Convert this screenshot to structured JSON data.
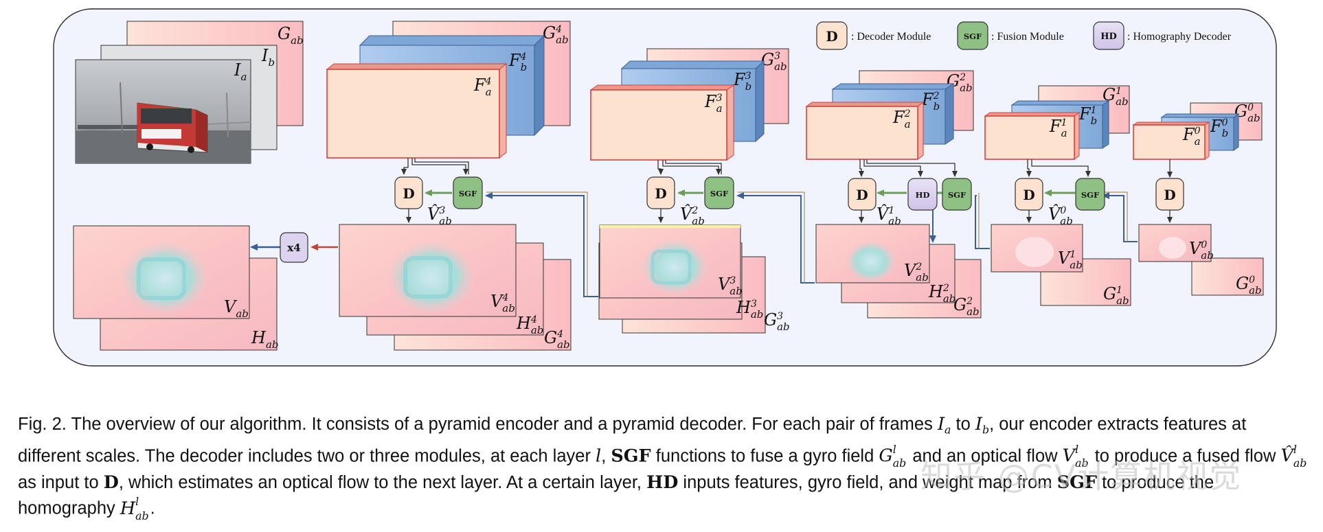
{
  "legend": [
    {
      "symbol": "D",
      "text": ": Decoder Module",
      "fill": "#fde3cf"
    },
    {
      "symbol": "SGF",
      "text": ": Fusion Module",
      "fill": "#8fc084"
    },
    {
      "symbol": "HD",
      "text": ": Homography Decoder",
      "fill": "#dcd3ee"
    }
  ],
  "modules": {
    "decoder": "D",
    "fusion": "SGF",
    "homography": "HD",
    "upsample": "x4"
  },
  "symbols": {
    "I": "I",
    "G": "G",
    "F": "F",
    "V": "V",
    "H": "H",
    "Vhat": "V̂"
  },
  "subscripts": {
    "a": "a",
    "b": "b",
    "ab": "ab"
  },
  "levels": [
    "4",
    "3",
    "2",
    "1",
    "0"
  ],
  "colors": {
    "feature_a": "#fde3cf",
    "feature_a_border": "#d94040",
    "feature_b": "#9dbfe6",
    "gyro_field": "#fbc9cb",
    "flow": "#f8c2c6",
    "panel_bg": "#f1f4fd",
    "module_green": "#8fc084",
    "module_purple": "#dcd3ee",
    "arrow_green": "#7aa36a",
    "arrow_blue": "#3d5e93",
    "arrow_red": "#b9473e"
  },
  "caption": {
    "fig": "Fig. 2.",
    "s1": " The overview of our algorithm. It consists of a pyramid encoder and a pyramid decoder. For each pair of frames ",
    "s2": " to ",
    "s3": ", our encoder extracts features at different scales. The decoder includes two or three modules, at each layer ",
    "s4": ", ",
    "s5": " functions to fuse a gyro field ",
    "s6": " and an optical flow ",
    "s7": " to produce a fused flow ",
    "s8": " as input to ",
    "s9": ", which estimates an optical flow to the next layer. At a certain layer, ",
    "s10": " inputs features, gyro field, and weight map from ",
    "s11": " to produce the homography ",
    "s12": ".",
    "Ia_base": "I",
    "Ia_sub": "a",
    "Ib_base": "I",
    "Ib_sub": "b",
    "layer": "l",
    "SGF": "SGF",
    "G_base": "G",
    "G_sup": "l",
    "G_sub": "ab",
    "V_base": "V",
    "V_sup": "l",
    "V_sub": "ab",
    "Vh_base": "V̂",
    "Vh_sup": "l",
    "Vh_sub": "ab",
    "D": "D",
    "HD": "HD",
    "H_base": "H",
    "H_sup": "l",
    "H_sub": "ab"
  },
  "watermark": "知乎 @CV计算机视觉"
}
